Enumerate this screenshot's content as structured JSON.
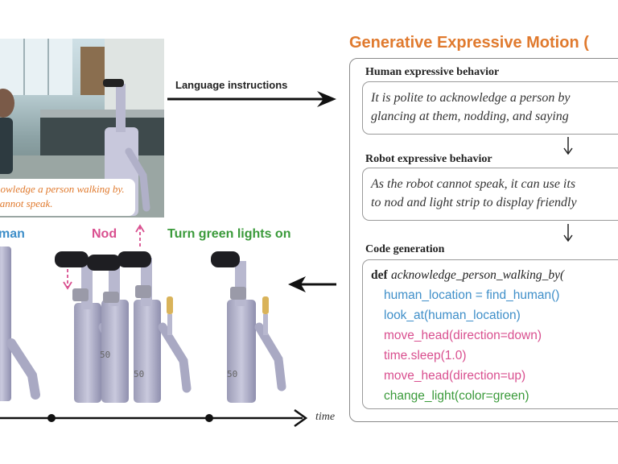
{
  "photo": {
    "caption_line1": "nowledge a person walking by.",
    "caption_line2": "cannot speak."
  },
  "arrow_label": "Language instructions",
  "title": "Generative Expressive Motion (",
  "sections": {
    "human": {
      "title": "Human expressive behavior",
      "line1": "It is polite to acknowledge a person by",
      "line2": "glancing at them, nodding, and saying"
    },
    "robot": {
      "title": "Robot expressive behavior",
      "line1": "As the robot cannot speak, it can use its",
      "line2": "to nod and light strip to display friendly"
    },
    "code": {
      "title": "Code generation",
      "def_kw": "def",
      "def_name": "acknowledge_person_walking_by(",
      "lines": [
        {
          "text": "human_location = find_human()",
          "color": "#3f8fc9"
        },
        {
          "text": "look_at(human_location)",
          "color": "#3f8fc9"
        },
        {
          "text": "move_head(direction=down)",
          "color": "#d94f8f"
        },
        {
          "text": "time.sleep(1.0)",
          "color": "#d94f8f"
        },
        {
          "text": "move_head(direction=up)",
          "color": "#d94f8f"
        },
        {
          "text": "change_light(color=green)",
          "color": "#3a9a3a"
        }
      ]
    }
  },
  "steps": {
    "look": {
      "label": "man",
      "color": "#3f8fc9"
    },
    "nod": {
      "label": "Nod",
      "color": "#d94f8f"
    },
    "lights": {
      "label": "Turn green lights on",
      "color": "#3a9a3a"
    }
  },
  "robot_number": "50",
  "timeline_label": "time",
  "colors": {
    "accent": "#e07a2e",
    "blue": "#3f8fc9",
    "pink": "#d94f8f",
    "green": "#3a9a3a"
  }
}
